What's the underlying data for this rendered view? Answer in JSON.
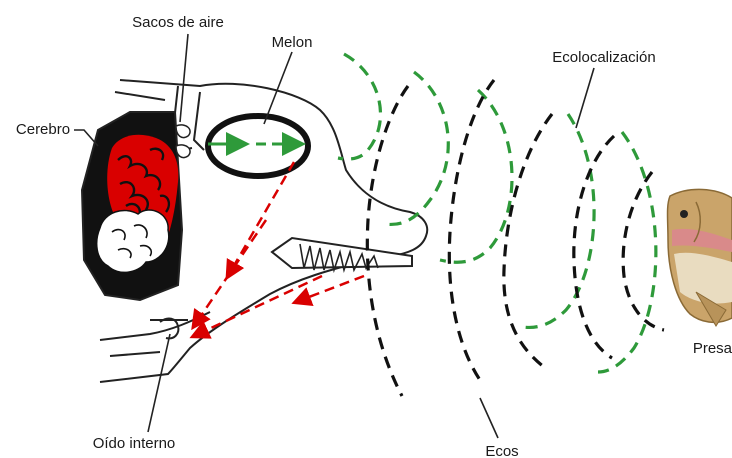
{
  "labels": {
    "air_sacs": "Sacos de aire",
    "melon": "Melon",
    "echolocation": "Ecolocalización",
    "brain": "Cerebro",
    "prey": "Presa",
    "inner_ear": "Oído interno",
    "echoes": "Ecos"
  },
  "colors": {
    "outline": "#222222",
    "brain_fill": "#d90000",
    "emitted_wave": "#2e9a3a",
    "echo_wave": "#111111",
    "return_arrow": "#d90000"
  }
}
